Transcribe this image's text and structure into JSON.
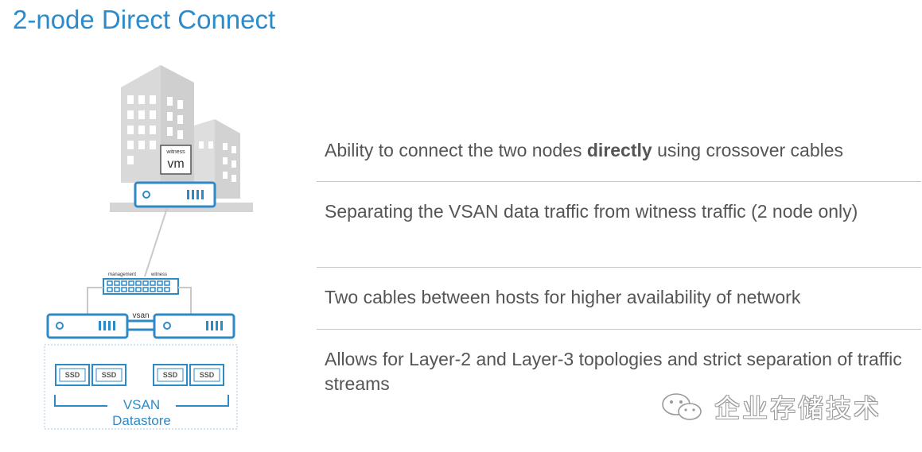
{
  "title": "2-node Direct Connect",
  "diagram": {
    "witness_host_label": "witness",
    "witness_vm_label": "vm",
    "switch_label_left": "management",
    "switch_label_right": "witness",
    "link_label": "vsan",
    "ssd_label": "SSD",
    "datastore_line1": "VSAN",
    "datastore_line2": "Datastore",
    "accent_color": "#2e8ac6",
    "building_color": "#d9d9d9"
  },
  "bullets": {
    "b1": {
      "pre": "Ability to connect the two nodes ",
      "bold": "directly",
      "post": " using crossover cables"
    },
    "b2": "Separating the VSAN data traffic from witness traffic (2 node only)",
    "b3": "Two cables between hosts for higher availability of network",
    "b4": "Allows for Layer-2 and Layer-3 topologies and strict separation of traffic streams"
  },
  "watermark": {
    "icon": "wechat-icon",
    "text": "企业存储技术"
  }
}
